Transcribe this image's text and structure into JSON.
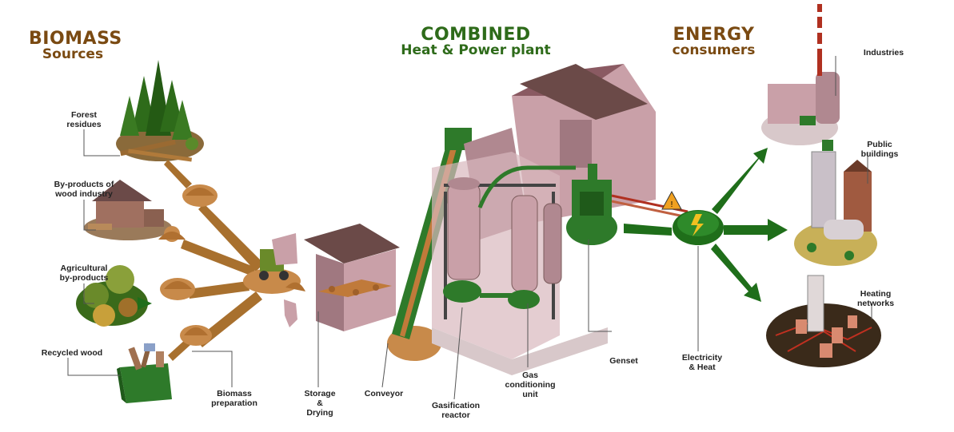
{
  "headings": {
    "biomass": {
      "line1": "BIOMASS",
      "line2": "Sources"
    },
    "combined": {
      "line1": "COMBINED",
      "line2": "Heat & Power plant"
    },
    "energy": {
      "line1": "ENERGY",
      "line2": "consumers"
    }
  },
  "sources": [
    {
      "label": "Forest\nresidues"
    },
    {
      "label": "By-products of\nwood industry"
    },
    {
      "label": "Agricultural\nby-products"
    },
    {
      "label": "Recycled wood"
    }
  ],
  "process": {
    "biomass_preparation": "Biomass\npreparation",
    "storage_drying": "Storage\n&\nDrying",
    "conveyor": "Conveyor",
    "gasification_reactor": "Gasification\nreactor",
    "gas_conditioning": "Gas\nconditioning\nunit",
    "genset": "Genset",
    "electricity_heat": "Electricity\n& Heat"
  },
  "consumers": [
    {
      "label": "Industries"
    },
    {
      "label": "Public\nbuildings"
    },
    {
      "label": "Heating\nnetworks"
    }
  ],
  "colors": {
    "brown_heading": "#7a4a12",
    "green_heading": "#2e6b1a",
    "green_arrow": "#1f6e1a",
    "brown_arrow": "#a8702e",
    "building": "#c9a0a8",
    "building_dark": "#8a5a62",
    "roof": "#6b4a48"
  }
}
